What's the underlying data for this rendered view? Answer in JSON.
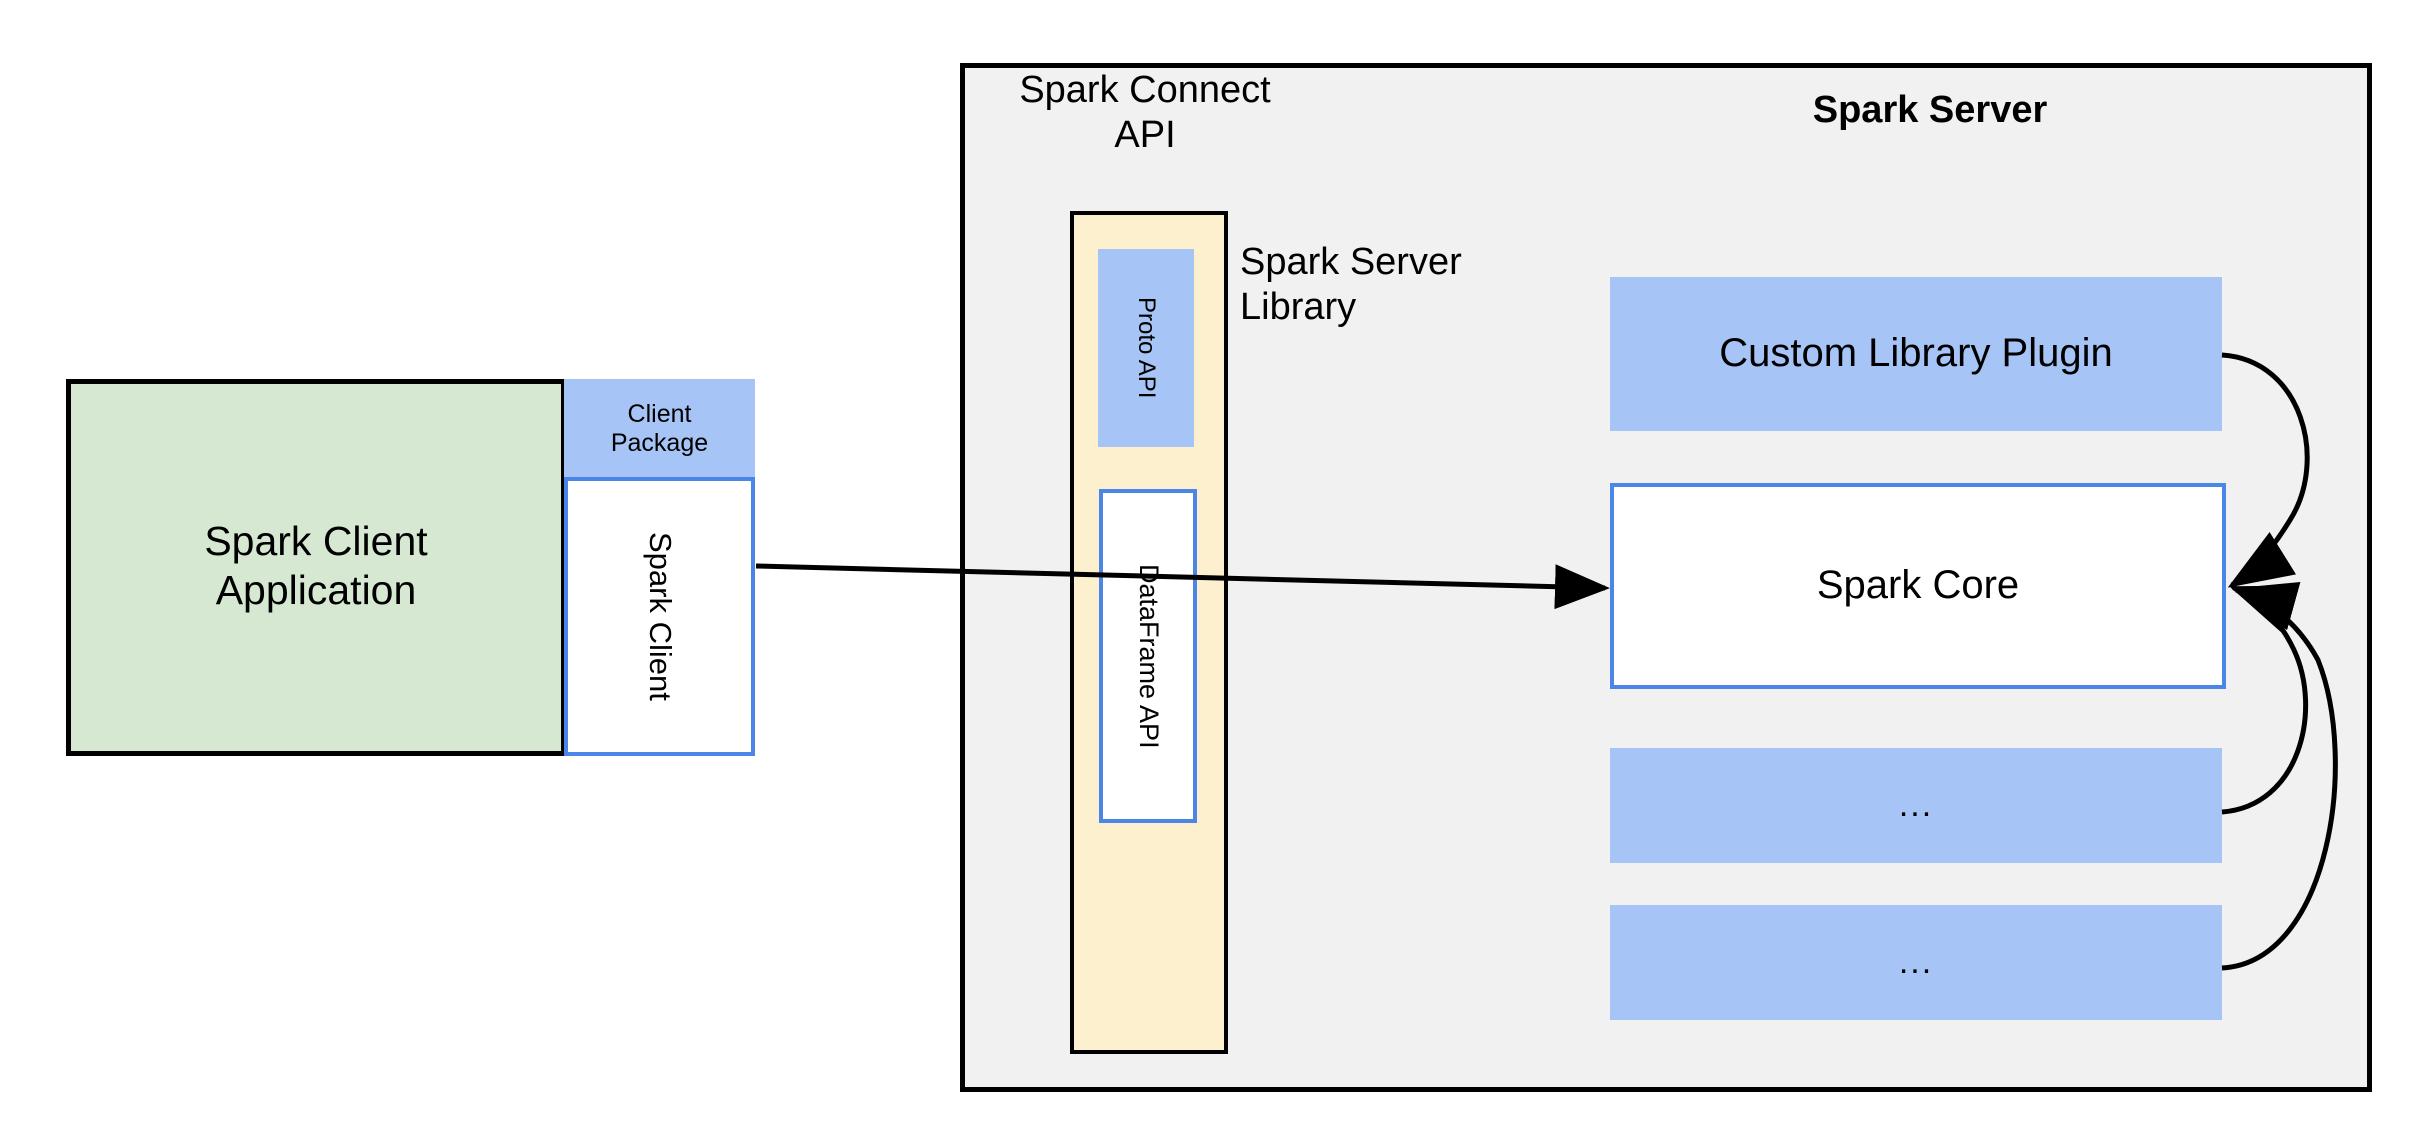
{
  "diagram": {
    "title": "Spark Connect architecture",
    "colors": {
      "client_app_fill": "#d6e8d2",
      "blue_fill": "#a6c4f5",
      "blue_border": "#4a86e8",
      "yellow_fill": "#fdf0cf",
      "server_fill": "#f1f1f1",
      "stroke": "#000000",
      "page_background": "#ffffff"
    }
  },
  "client": {
    "app_label": "Spark Client\nApplication",
    "package_label": "Client\nPackage",
    "client_label": "Spark Client"
  },
  "server": {
    "title": "Spark Server",
    "connect_api_label": "Spark Connect\nAPI",
    "server_library_label": "Spark Server\nLibrary",
    "connect_api": {
      "proto_api_label": "Proto API",
      "dataframe_api_label": "DataFrame API"
    },
    "stack": [
      {
        "label": "Custom Library Plugin",
        "style": "blue-filled"
      },
      {
        "label": "Spark Core",
        "style": "white-blue-border"
      },
      {
        "label": "...",
        "style": "blue-filled"
      },
      {
        "label": "...",
        "style": "blue-filled"
      }
    ]
  },
  "connectors": {
    "client_to_server_arrow": "Spark Client → Spark Core",
    "plugin_to_core_arrow": "Custom Library Plugin → Spark Core",
    "ellipsis1_to_core_arrow": "... → Spark Core",
    "ellipsis2_to_core_arrow": "... → Spark Core"
  }
}
